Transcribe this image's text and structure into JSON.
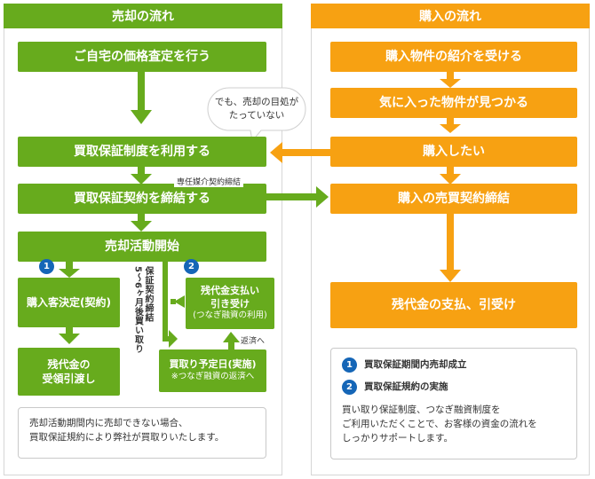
{
  "sell": {
    "header": "売却の流れ",
    "step1": "ご自宅の価格査定を行う",
    "step2": "買取保証制度を利用する",
    "step3": "買取保証契約を締結する",
    "step3_tag": "専任媒介契約締結",
    "step4": "売却活動開始",
    "branch1_num": "1",
    "branch2_num": "2",
    "buyer_decided": "購入客決定(契約)",
    "receive_line1": "残代金の",
    "receive_line2": "受領引渡し",
    "vertical_label_line1": "保証契約締結",
    "vertical_label_line2": "5〜6ヶ月後買い取り",
    "payment_line1": "残代金支払い",
    "payment_line2": "引き受け",
    "payment_line3": "(つなぎ融資の利用)",
    "repay_label": "返済へ",
    "buyback_line1": "買取り予定日(実施)",
    "buyback_line2": "※つなぎ融資の返済へ",
    "note_line1": "売却活動期間内に売却できない場合、",
    "note_line2": "買取保証規約により弊社が買取りいたします。"
  },
  "buy": {
    "header": "購入の流れ",
    "step1": "購入物件の紹介を受ける",
    "step2": "気に入った物件が見つかる",
    "step3": "購入したい",
    "step4": "購入の売買契約締結",
    "step5": "残代金の支払、引受け",
    "legend1_num": "1",
    "legend1": "買取保証期間内売却成立",
    "legend2_num": "2",
    "legend2": "買取保証規約の実施",
    "note_line1": "買い取り保証制度、つなぎ融資制度を",
    "note_line2": "ご利用いただくことで、お客様の資金の流れを",
    "note_line3": "しっかりサポートします。"
  },
  "bubble": {
    "line1": "でも、売却の目処が",
    "line2": "たっていない"
  },
  "colors": {
    "green": "#67ab1d",
    "orange": "#f7a112",
    "blue": "#1566b7",
    "border": "#d6d6d6"
  }
}
